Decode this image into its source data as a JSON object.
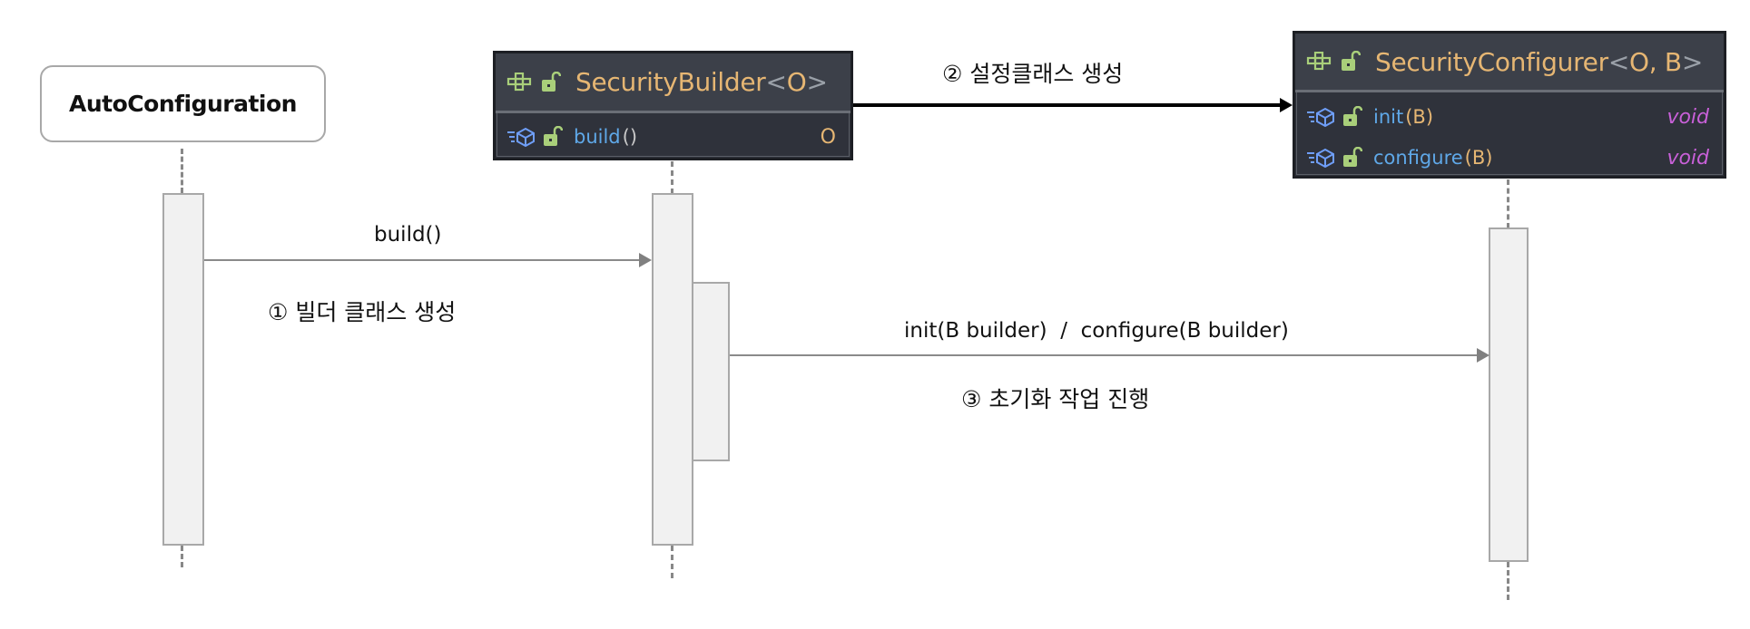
{
  "diagram": {
    "type": "sequence-diagram",
    "participants": [
      {
        "id": "auto",
        "label": "AutoConfiguration"
      },
      {
        "id": "builder",
        "class_name": "SecurityBuilder",
        "generic_open": "<",
        "generic_params": "O",
        "generic_close": ">",
        "methods": [
          {
            "name": "build",
            "args": "()",
            "return_type": "O"
          }
        ]
      },
      {
        "id": "configurer",
        "class_name": "SecurityConfigurer",
        "generic_open": "<",
        "generic_params": "O, B",
        "generic_close": ">",
        "methods": [
          {
            "name": "init",
            "args": "(B)",
            "return_type": "void"
          },
          {
            "name": "configure",
            "args": "(B)",
            "return_type": "void"
          }
        ]
      }
    ],
    "messages": [
      {
        "label": "build()",
        "from": "auto",
        "to": "builder"
      },
      {
        "label": "init(B builder)  /  configure(B builder)",
        "from": "builder",
        "to": "configurer"
      }
    ],
    "relation": {
      "label": "② 설정클래스 생성",
      "from": "builder",
      "to": "configurer"
    },
    "notes": [
      {
        "label": "① 빌더 클래스 생성"
      },
      {
        "label": "③ 초기화 작업 진행"
      }
    ],
    "icons": {
      "class": "interface-icon",
      "visibility": "public-unlock-icon",
      "method": "abstract-method-icon"
    },
    "colors": {
      "card_bg": "#2f323b",
      "card_header_bg": "#3c4049",
      "class_name": "#e6b673",
      "method_name": "#5fa8e8",
      "void_type": "#c860d8",
      "icon_green": "#a9cf7a",
      "icon_blue": "#6f9ef8",
      "activation_fill": "#f1f1f1",
      "activation_border": "#a8a8a8"
    }
  }
}
